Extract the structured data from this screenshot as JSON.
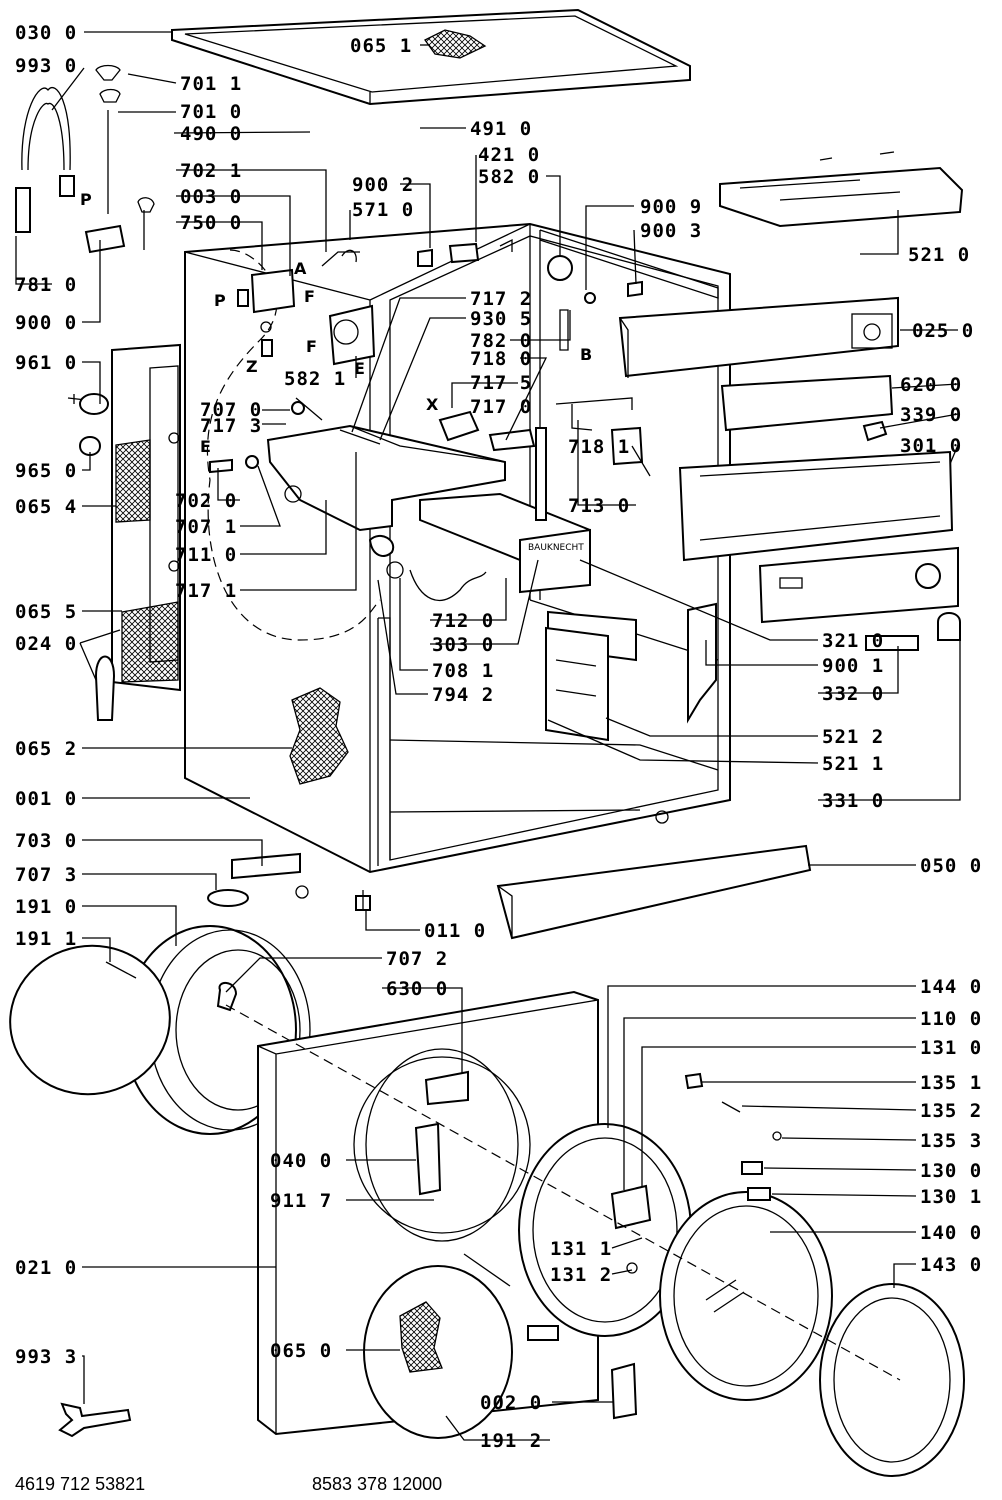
{
  "document": {
    "footer_left": "4619 712 53821",
    "footer_center": "8583 378 12000"
  },
  "callouts": [
    "030 0",
    "993 0",
    "701 1",
    "701 0",
    "490 0",
    "491 0",
    "702 1",
    "421 0",
    "582 0",
    "003 0",
    "900 2",
    "571 0",
    "900 9",
    "750 0",
    "900 3",
    "521 0",
    "781 0",
    "900 0",
    "582 1",
    "717 2",
    "930 5",
    "782 0",
    "025 0",
    "961 0",
    "718 0",
    "717 5",
    "717 0",
    "620 0",
    "707 0",
    "717 3",
    "339 0",
    "965 0",
    "718 1",
    "301 0",
    "065 4",
    "702 0",
    "713 0",
    "707 1",
    "711 0",
    "717 1",
    "712 0",
    "303 0",
    "321 0",
    "065 5",
    "900 1",
    "024 0",
    "708 1",
    "794 2",
    "332 0",
    "065 2",
    "521 2",
    "521 1",
    "001 0",
    "331 0",
    "703 0",
    "050 0",
    "707 3",
    "191 0",
    "011 0",
    "191 1",
    "707 2",
    "630 0",
    "144 0",
    "110 0",
    "131 0",
    "135 1",
    "135 2",
    "135 3",
    "040 0",
    "130 0",
    "130 1",
    "911 7",
    "140 0",
    "131 1",
    "131 2",
    "021 0",
    "143 0",
    "065 0",
    "993 3",
    "002 0",
    "191 2",
    "065 1"
  ],
  "markers": [
    "A",
    "F",
    "P",
    "Z",
    "E",
    "F",
    "X",
    "E",
    "B",
    "P"
  ]
}
